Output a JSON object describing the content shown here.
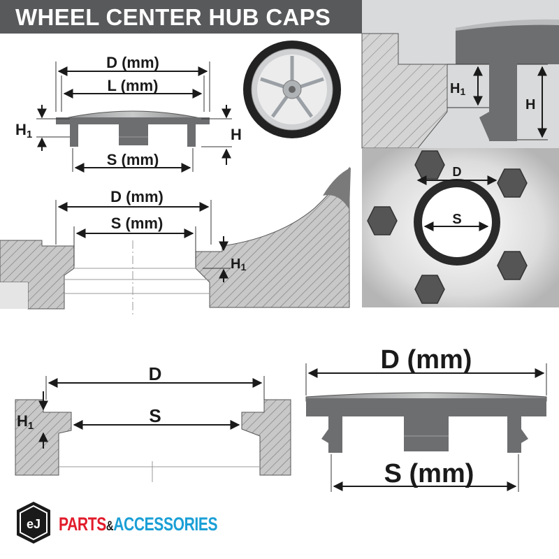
{
  "title": "WHEEL CENTER HUB CAPS",
  "labels": {
    "d_mm": "D (mm)",
    "l_mm": "L (mm)",
    "s_mm": "S (mm)",
    "d": "D",
    "s": "S",
    "h": "H",
    "h1_main": "H",
    "h1_sub": "1"
  },
  "brand": {
    "parts": "PARTS",
    "amp": "&",
    "accessories": "ACCESSORIES",
    "colors": {
      "parts": "#e21b2b",
      "accessories": "#1a9fd6"
    }
  },
  "colors": {
    "title_bg": "#58595b",
    "cap_grey": "#6d6e70",
    "hatch": "#8a8a8a"
  }
}
